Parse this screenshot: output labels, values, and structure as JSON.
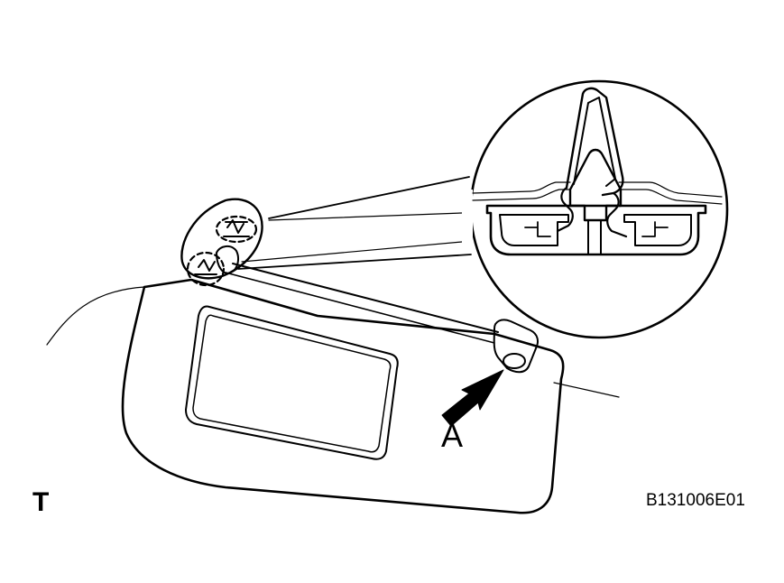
{
  "callout_letter": "A",
  "view_marker": "T",
  "figure_id": "B131006E01",
  "colors": {
    "line": "#000000",
    "background": "#ffffff"
  }
}
